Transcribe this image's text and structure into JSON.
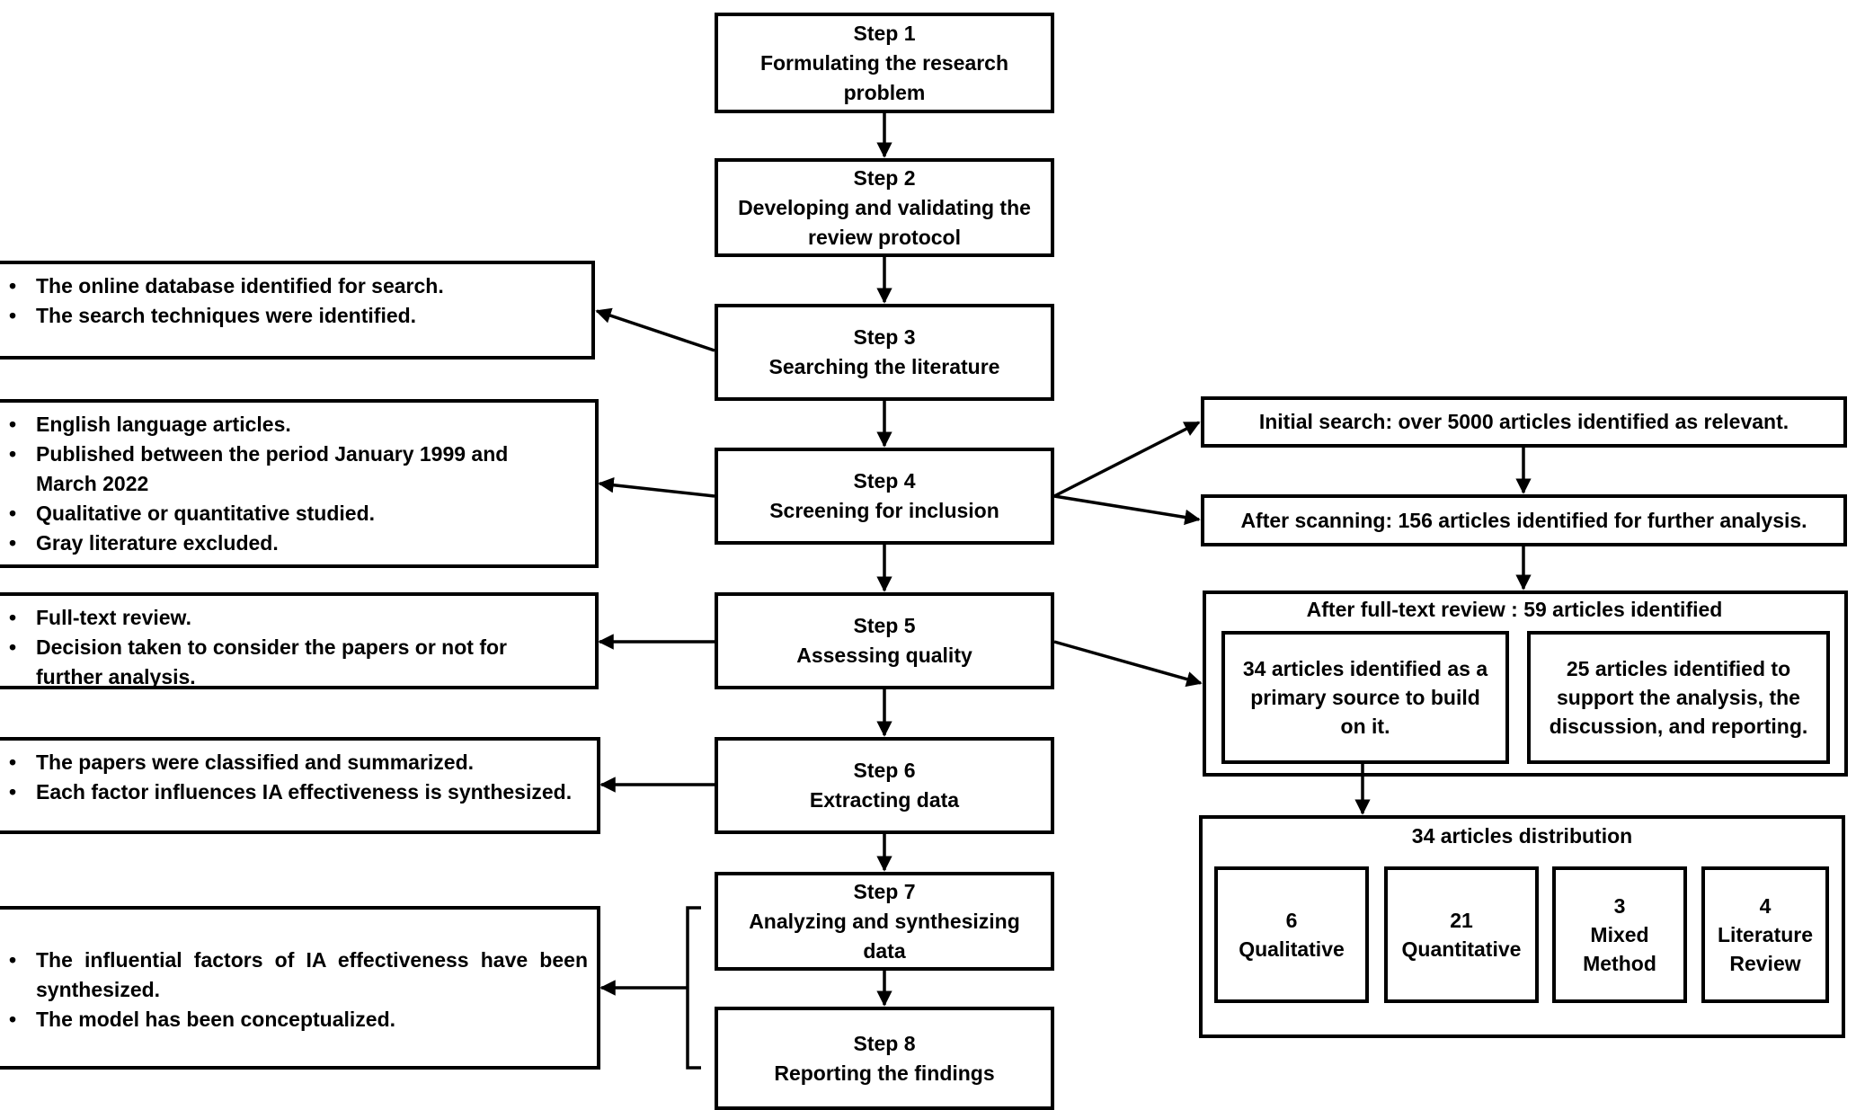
{
  "steps": [
    {
      "number": "Step 1",
      "lines": [
        "Formulating the research",
        "problem"
      ]
    },
    {
      "number": "Step 2",
      "lines": [
        "Developing and validating the",
        "review protocol"
      ]
    },
    {
      "number": "Step 3",
      "lines": [
        "Searching the literature"
      ]
    },
    {
      "number": "Step 4",
      "lines": [
        "Screening for inclusion"
      ]
    },
    {
      "number": "Step 5",
      "lines": [
        "Assessing quality"
      ]
    },
    {
      "number": "Step 6",
      "lines": [
        "Extracting data"
      ]
    },
    {
      "number": "Step 7",
      "lines": [
        "Analyzing and synthesizing",
        "data"
      ]
    },
    {
      "number": "Step 8",
      "lines": [
        "Reporting the findings"
      ]
    }
  ],
  "notes": {
    "step3": [
      "The online database identified for search.",
      "The search techniques were identified."
    ],
    "step4": [
      "English language articles.",
      "Published between the period January  1999 and March 2022",
      "Qualitative or quantitative studied.",
      "Gray literature excluded."
    ],
    "step5": [
      "Full-text review.",
      "Decision taken to consider the papers or not for further analysis."
    ],
    "step6": [
      "The papers were classified and summarized.",
      "Each factor influences IA effectiveness is synthesized."
    ],
    "step78": [
      "The influential factors of IA effectiveness have been synthesized.",
      "The model has been conceptualized."
    ]
  },
  "results": {
    "initial_search": "Initial search: over 5000 articles identified as relevant.",
    "after_scanning": "After scanning: 156 articles identified for further analysis.",
    "full_text_title": "After full-text review : 59 articles identified",
    "primary": [
      "34 articles identified as a",
      "primary source to build",
      "on it."
    ],
    "support": [
      "25 articles identified to",
      "support the analysis, the",
      "discussion, and reporting."
    ],
    "distribution_title": "34 articles distribution",
    "distribution": [
      {
        "count": "6",
        "lines": [
          "Qualitative"
        ]
      },
      {
        "count": "21",
        "lines": [
          "Quantitative"
        ]
      },
      {
        "count": "3",
        "lines": [
          "Mixed",
          "Method"
        ]
      },
      {
        "count": "4",
        "lines": [
          "Literature",
          "Review"
        ]
      }
    ]
  }
}
